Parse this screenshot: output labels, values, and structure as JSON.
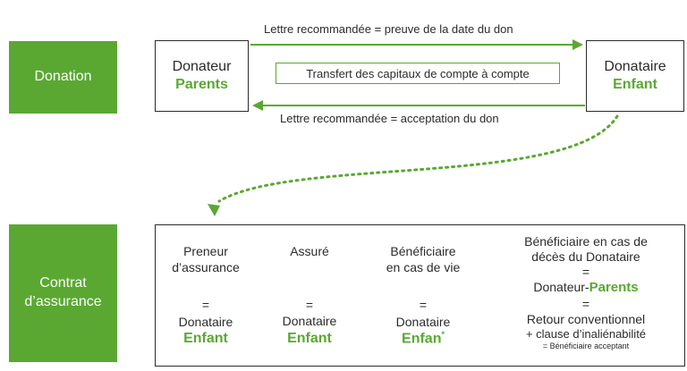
{
  "labels": {
    "donation": "Donation",
    "contrat_line1": "Contrat",
    "contrat_line2": "d’assurance"
  },
  "donateur": {
    "role": "Donateur",
    "name": "Parents"
  },
  "donataire": {
    "role": "Donataire",
    "name": "Enfant"
  },
  "arrows": {
    "top": "Lettre recommandée  =  preuve de la date du don",
    "transfer": "Transfert des capitaux de compte à compte",
    "bottom": "Lettre recommandée  =  acceptation du don"
  },
  "columns": {
    "preneur": {
      "line1": "Preneur",
      "line2": "d’assurance",
      "eq": "=",
      "role": "Donataire",
      "name": "Enfant"
    },
    "assure": {
      "line1": "Assuré",
      "eq": "=",
      "role": "Donataire",
      "name": "Enfant"
    },
    "beneficiaire_vie": {
      "line1": "Bénéficiaire",
      "line2": "en cas de vie",
      "eq": "=",
      "role": "Donataire",
      "name": "Enfan",
      "mark": "*"
    },
    "beneficiaire_deces": {
      "line1": "Bénéficiaire en cas de",
      "line2": "décès du Donataire",
      "eq1": "=",
      "line3_prefix": "Donateur-",
      "line3_name": "Parents",
      "eq2": "=",
      "line4": "Retour conventionnel",
      "line5": "+ clause d’inaliénabilité",
      "line6": "= Bénéficiaire acceptant"
    }
  },
  "colors": {
    "green": "#5aa832",
    "text": "#2b2b2b"
  },
  "icons": [
    "arrow-right-icon",
    "arrow-left-icon",
    "dotted-curve-arrow-icon"
  ]
}
